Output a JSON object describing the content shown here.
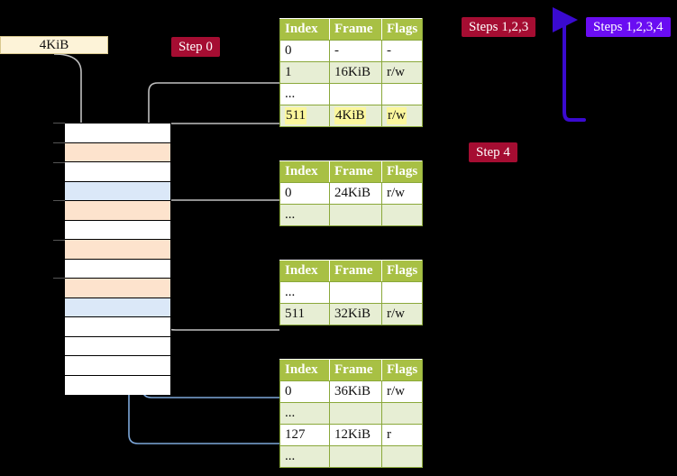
{
  "diagram": {
    "title_badges": {
      "step0": "Step 0",
      "steps123": "Steps 1,2,3",
      "steps1234": "Steps 1,2,3,4",
      "step4": "Step 4"
    },
    "frame_box": {
      "label": "4KiB"
    },
    "colors": {
      "header_green": "#a8c044",
      "alt_row": "#e7eed4",
      "highlight_yellow": "#fbf79d",
      "badge_crimson": "#a50d32",
      "badge_violet": "#6a0df2",
      "mem_orange": "#fde3cd",
      "mem_blue": "#dbe8f8",
      "frame_box_bg": "#fdf3d8",
      "gray_wire": "#bfbfbf",
      "blue_wire": "#7da7d9"
    },
    "columns": [
      "Index",
      "Frame",
      "Flags"
    ],
    "tables": [
      {
        "name": "level-4-table",
        "rows": [
          {
            "index": "0",
            "frame": "-",
            "flags": "-",
            "alt": false,
            "highlight": false
          },
          {
            "index": "1",
            "frame": "16KiB",
            "flags": "r/w",
            "alt": true,
            "highlight": false
          },
          {
            "index": "...",
            "frame": "",
            "flags": "",
            "alt": false,
            "highlight": false
          },
          {
            "index": "511",
            "frame": "4KiB",
            "flags": "r/w",
            "alt": true,
            "highlight": true
          }
        ]
      },
      {
        "name": "level-3-table",
        "rows": [
          {
            "index": "0",
            "frame": "24KiB",
            "flags": "r/w",
            "alt": false,
            "highlight": false
          },
          {
            "index": "...",
            "frame": "",
            "flags": "",
            "alt": true,
            "highlight": false
          }
        ]
      },
      {
        "name": "level-2-table",
        "rows": [
          {
            "index": "...",
            "frame": "",
            "flags": "",
            "alt": false,
            "highlight": false
          },
          {
            "index": "511",
            "frame": "32KiB",
            "flags": "r/w",
            "alt": true,
            "highlight": false
          }
        ]
      },
      {
        "name": "level-1-table",
        "rows": [
          {
            "index": "0",
            "frame": "36KiB",
            "flags": "r/w",
            "alt": false,
            "highlight": false
          },
          {
            "index": "...",
            "frame": "",
            "flags": "",
            "alt": true,
            "highlight": false
          },
          {
            "index": "127",
            "frame": "12KiB",
            "flags": "r",
            "alt": false,
            "highlight": false
          },
          {
            "index": "...",
            "frame": "",
            "flags": "",
            "alt": true,
            "highlight": false
          }
        ]
      }
    ],
    "memory_column": {
      "rows": [
        {
          "fill": "white"
        },
        {
          "fill": "orange"
        },
        {
          "fill": "white"
        },
        {
          "fill": "blue"
        },
        {
          "fill": "orange"
        },
        {
          "fill": "white"
        },
        {
          "fill": "orange"
        },
        {
          "fill": "white"
        },
        {
          "fill": "orange"
        },
        {
          "fill": "blue"
        },
        {
          "fill": "white"
        },
        {
          "fill": "white"
        },
        {
          "fill": "white"
        },
        {
          "fill": "white"
        }
      ]
    }
  }
}
